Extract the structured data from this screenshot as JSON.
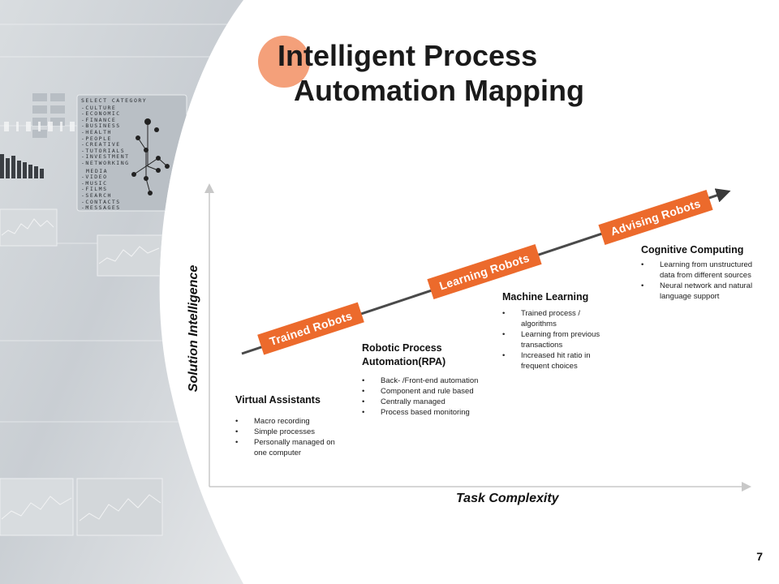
{
  "slide": {
    "title_line1": "Intelligent Process",
    "title_line2": "Automation Mapping",
    "page_number": "7",
    "accent_color": "#ec6a2c",
    "circle_color": "#f4a07a"
  },
  "axes": {
    "y_label": "Solution Intelligence",
    "x_label": "Task Complexity"
  },
  "trend_tags": [
    "Trained Robots",
    "Learning Robots",
    "Advising Robots"
  ],
  "groups": [
    {
      "title": "Virtual Assistants",
      "bullets": [
        "Macro recording",
        "Simple processes",
        "Personally managed on one computer"
      ]
    },
    {
      "title": "Robotic Process Automation(RPA)",
      "bullets": [
        "Back- /Front-end automation",
        "Component and rule based",
        "Centrally managed",
        "Process based monitoring"
      ]
    },
    {
      "title": "Machine Learning",
      "bullets": [
        "Trained process / algorithms",
        "Learning from previous transactions",
        "Increased hit ratio in frequent choices"
      ]
    },
    {
      "title": "Cognitive Computing",
      "bullets": [
        "Learning from unstructured data from different sources",
        "Neural network and natural language support"
      ]
    }
  ],
  "background_panel": {
    "menu_heading": "SELECT CATEGORY",
    "menu_items": [
      "-CULTURE",
      "-ECONOMIC",
      "-FINANCE",
      "-BUSINESS",
      "-HEALTH",
      "-PEOPLE",
      "-CREATIVE",
      "-TUTORIALS",
      "-INVESTMENT",
      "-NETWORKING"
    ],
    "media_heading": "MEDIA",
    "media_items": [
      "-VIDEO",
      "-MUSIC",
      "-FILMS",
      "-SEARCH",
      "-CONTACTS",
      "-MESSAGES"
    ]
  }
}
